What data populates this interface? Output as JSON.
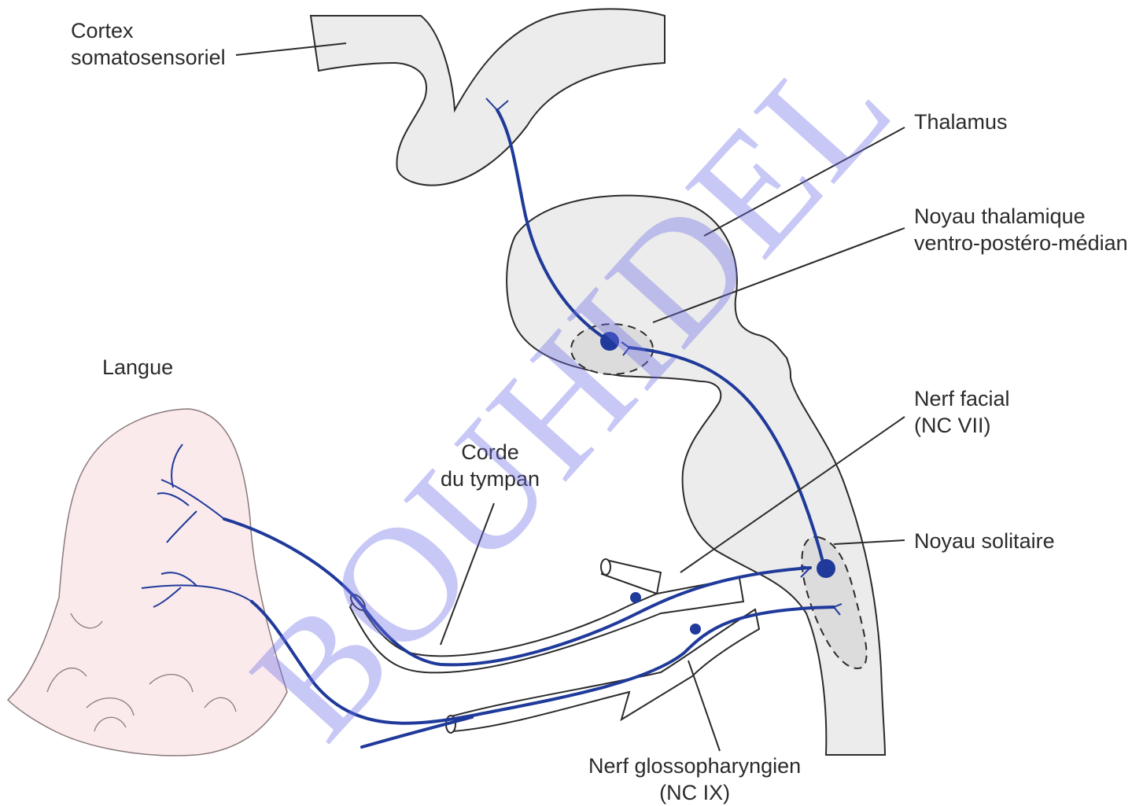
{
  "labels": {
    "cortex_line1": "Cortex",
    "cortex_line2": "somatosensoriel",
    "thalamus": "Thalamus",
    "noyau_thal_line1": "Noyau thalamique",
    "noyau_thal_line2": "ventro-postéro-médian",
    "langue": "Langue",
    "corde_line1": "Corde",
    "corde_line2": "du tympan",
    "nerf_facial_line1": "Nerf facial",
    "nerf_facial_line2": "(NC VII)",
    "noyau_solitaire": "Noyau solitaire",
    "glosso_line1": "Nerf glossopharyngien",
    "glosso_line2": "(NC IX)"
  },
  "watermark": "BOUHIDEL",
  "colors": {
    "pathway": "#1f3a9a",
    "brain_fill": "#ececec",
    "outline": "#2b2b2b",
    "tongue_fill": "#fbeaec",
    "watermark": "#6e6eeb"
  }
}
